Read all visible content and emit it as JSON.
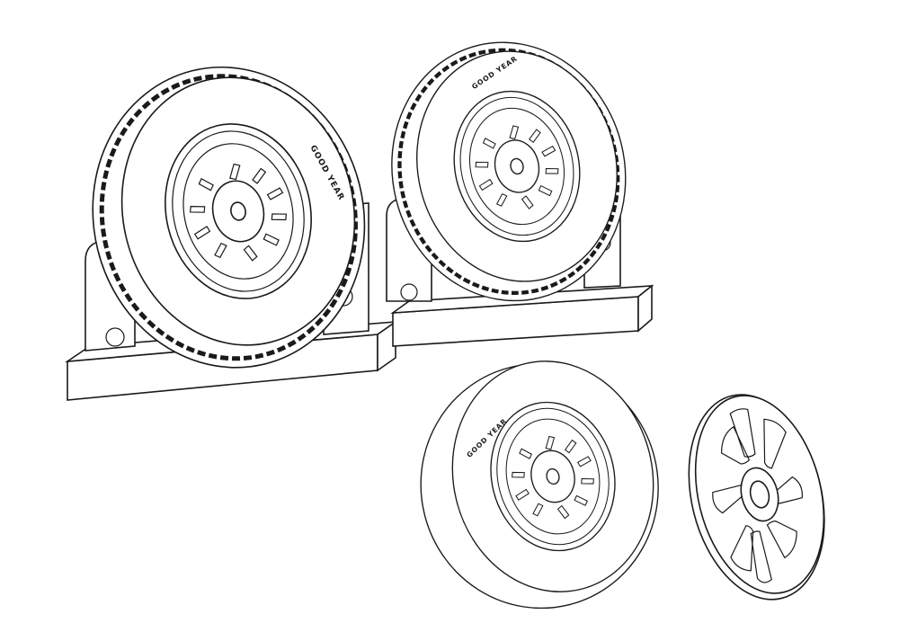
{
  "title": "Wheel set line drawing",
  "logos": {
    "tire_brand": "GOOD YEAR"
  },
  "parts": [
    "wheel-on-stand-1",
    "wheel-on-stand-2",
    "loose-wheel",
    "hubcap"
  ]
}
